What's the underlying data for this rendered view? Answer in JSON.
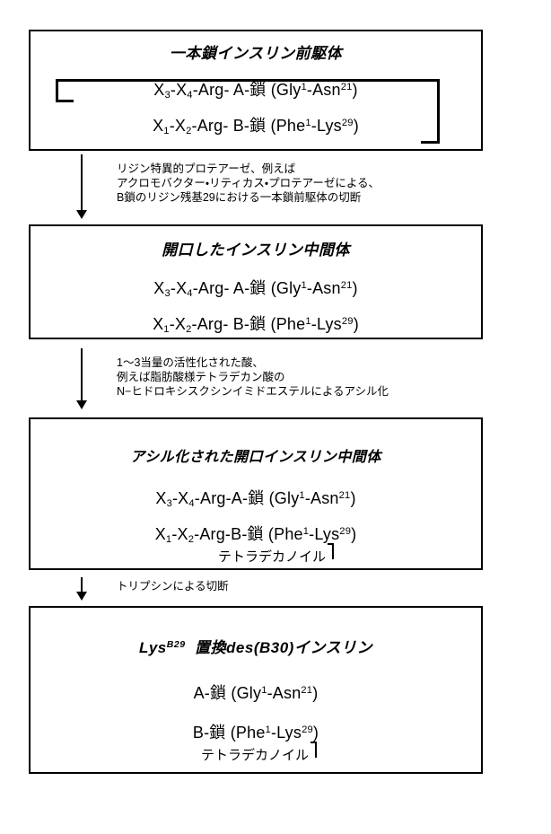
{
  "figure": {
    "type": "process-flowchart",
    "language": "ja",
    "background_color": "#ffffff",
    "line_color": "#000000"
  },
  "steps": [
    {
      "id": "single-chain-precursor",
      "title": "一本鎖インスリン前駆体",
      "formula_a": {
        "prefix": "X",
        "sub1": "3",
        "mid": "-X",
        "sub2": "4",
        "chain": "-Arg- A-鎖 (Gly",
        "sup1": "1",
        "sep": "-Asn",
        "sup2": "21",
        "suffix": ")"
      },
      "formula_b": {
        "prefix": "X",
        "sub1": "1",
        "mid": "-X",
        "sub2": "2",
        "chain": "-Arg- B-鎖 (Phe",
        "sup1": "1",
        "sep": "-Lys",
        "sup2": "29",
        "suffix": ")"
      },
      "has_connector": true
    },
    {
      "id": "open-insulin-intermediate",
      "title": "開口したインスリン中間体",
      "formula_a": {
        "prefix": "X",
        "sub1": "3",
        "mid": "-X",
        "sub2": "4",
        "chain": "-Arg- A-鎖 (Gly",
        "sup1": "1",
        "sep": "-Asn",
        "sup2": "21",
        "suffix": ")"
      },
      "formula_b": {
        "prefix": "X",
        "sub1": "1",
        "mid": "-X",
        "sub2": "2",
        "chain": "-Arg- B-鎖 (Phe",
        "sup1": "1",
        "sep": "-Lys",
        "sup2": "29",
        "suffix": ")"
      },
      "has_connector": false
    },
    {
      "id": "acylated-open-insulin-intermediate",
      "title": "アシル化された開口インスリン中間体",
      "formula_a": {
        "prefix": "X",
        "sub1": "3",
        "mid": "-X",
        "sub2": "4",
        "chain": "-Arg-A-鎖 (Gly",
        "sup1": "1",
        "sep": "-Asn",
        "sup2": "21",
        "suffix": ")"
      },
      "formula_b": {
        "prefix": "X",
        "sub1": "1",
        "mid": "-X",
        "sub2": "2",
        "chain": "-Arg-B-鎖 (Phe",
        "sup1": "1",
        "sep": "-Lys",
        "sup2": "29",
        "suffix": ")"
      },
      "acyl_label": "テトラデカノイル",
      "has_connector": false
    },
    {
      "id": "lys-b29-des-b30-insulin",
      "title_prefix": "Lys",
      "title_sup": "B29",
      "title_rest": "置換des(B30)インスリン",
      "formula_a": {
        "chain": "A-鎖 (Gly",
        "sup1": "1",
        "sep": "-Asn",
        "sup2": "21",
        "suffix": ")"
      },
      "formula_b": {
        "chain": "B-鎖 (Phe",
        "sup1": "1",
        "sep": "-Lys",
        "sup2": "29",
        "suffix": ")"
      },
      "acyl_label": "テトラデカノイル"
    }
  ],
  "transitions": [
    {
      "id": "lysine-protease-cleavage",
      "lines": [
        "リジン特異的プロテアーゼ、例えば",
        "アクロモバクター・リティカス・プロテアーゼによる、",
        "B鎖のリジン残基29における一本鎖前駆体の切断"
      ]
    },
    {
      "id": "acylation",
      "lines": [
        "1〜3当量の活性化された酸、",
        "例えば脂肪酸様テトラデカン酸の",
        "N−ヒドロキシスクシンイミドエステルによるアシル化"
      ]
    },
    {
      "id": "trypsin-cleavage",
      "lines": [
        "トリプシンによる切断"
      ]
    }
  ]
}
